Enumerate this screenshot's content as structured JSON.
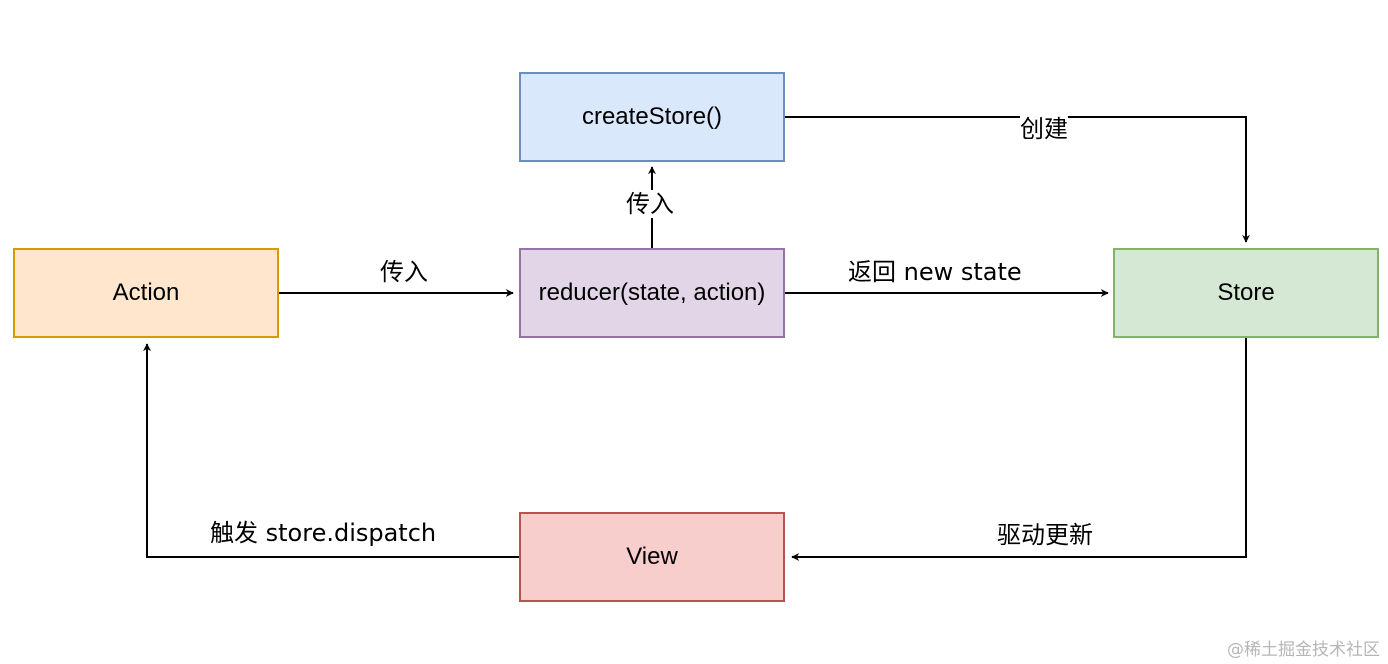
{
  "nodes": {
    "create_store": {
      "label": "createStore()",
      "fill": "#dae8fc",
      "stroke": "#6c8ebf"
    },
    "action": {
      "label": "Action",
      "fill": "#ffe6cc",
      "stroke": "#d79b00"
    },
    "reducer": {
      "label": "reducer(state, action)",
      "fill": "#e1d5e7",
      "stroke": "#9673a6"
    },
    "store": {
      "label": "Store",
      "fill": "#d5e8d4",
      "stroke": "#82b366"
    },
    "view": {
      "label": "View",
      "fill": "#f8cecc",
      "stroke": "#b85450"
    }
  },
  "edges": {
    "action_to_reducer": "传入",
    "reducer_to_create_store": "传入",
    "create_store_to_store": "创建",
    "reducer_to_store": "返回 new state",
    "store_to_view": "驱动更新",
    "view_to_action": "触发 store.dispatch"
  },
  "watermark": "@稀土掘金技术社区"
}
